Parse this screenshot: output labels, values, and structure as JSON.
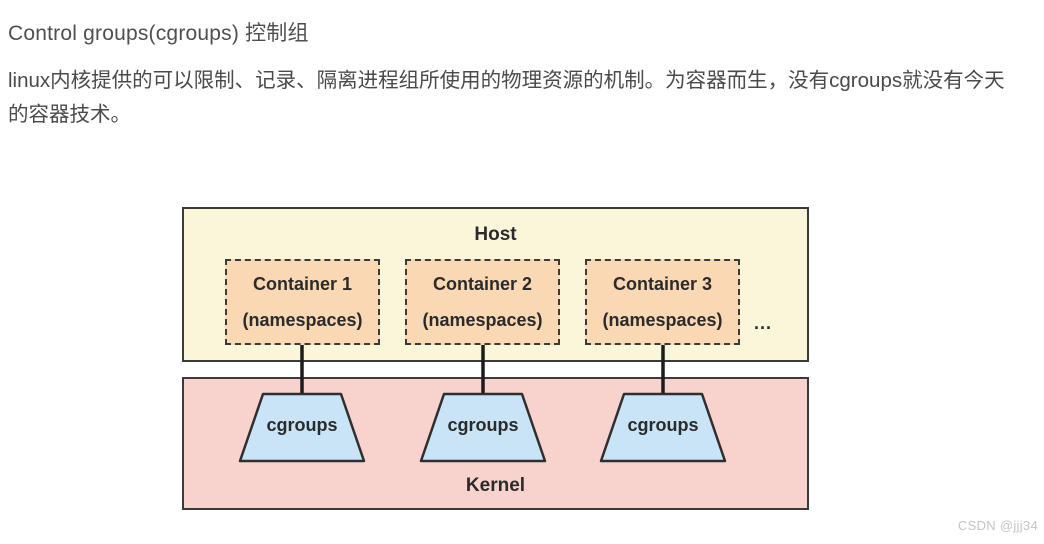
{
  "article": {
    "heading": "Control groups(cgroups) 控制组",
    "paragraph": "linux内核提供的可以限制、记录、隔离进程组所使用的物理资源的机制。为容器而生，没有cgroups就没有今天的容器技术。",
    "watermark": "CSDN @jjj34"
  },
  "diagram": {
    "host_label": "Host",
    "kernel_label": "Kernel",
    "ellipsis": "...",
    "containers": [
      {
        "title": "Container 1",
        "subtitle": "(namespaces)",
        "cgroup_label": "cgroups"
      },
      {
        "title": "Container 2",
        "subtitle": "(namespaces)",
        "cgroup_label": "cgroups"
      },
      {
        "title": "Container 3",
        "subtitle": "(namespaces)",
        "cgroup_label": "cgroups"
      }
    ],
    "colors": {
      "host_fill": "#faf6da",
      "container_fill": "#fad8b3",
      "kernel_fill": "#f8d2cd",
      "cgroups_fill": "#c8e4f6",
      "border": "#3a3a3a"
    }
  }
}
